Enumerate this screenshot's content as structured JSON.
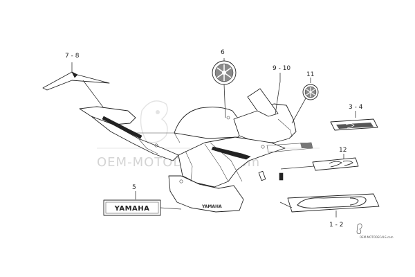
{
  "callouts": {
    "c1": "1 - 2",
    "c2": "3 - 4",
    "c3": "5",
    "c4": "6",
    "c5": "7 - 8",
    "c6": "9 - 10",
    "c7": "11",
    "c8": "12"
  },
  "decals": {
    "brand_emblem": "YAMAHA",
    "fairing_brand": "YAMAHA"
  },
  "watermark": {
    "main": "OEM-MOTODECALS.com",
    "corner": "OEM-MOTODECALS.com"
  },
  "colors": {
    "line": "#222222",
    "watermark": "#d4d4d4",
    "background": "#ffffff"
  }
}
